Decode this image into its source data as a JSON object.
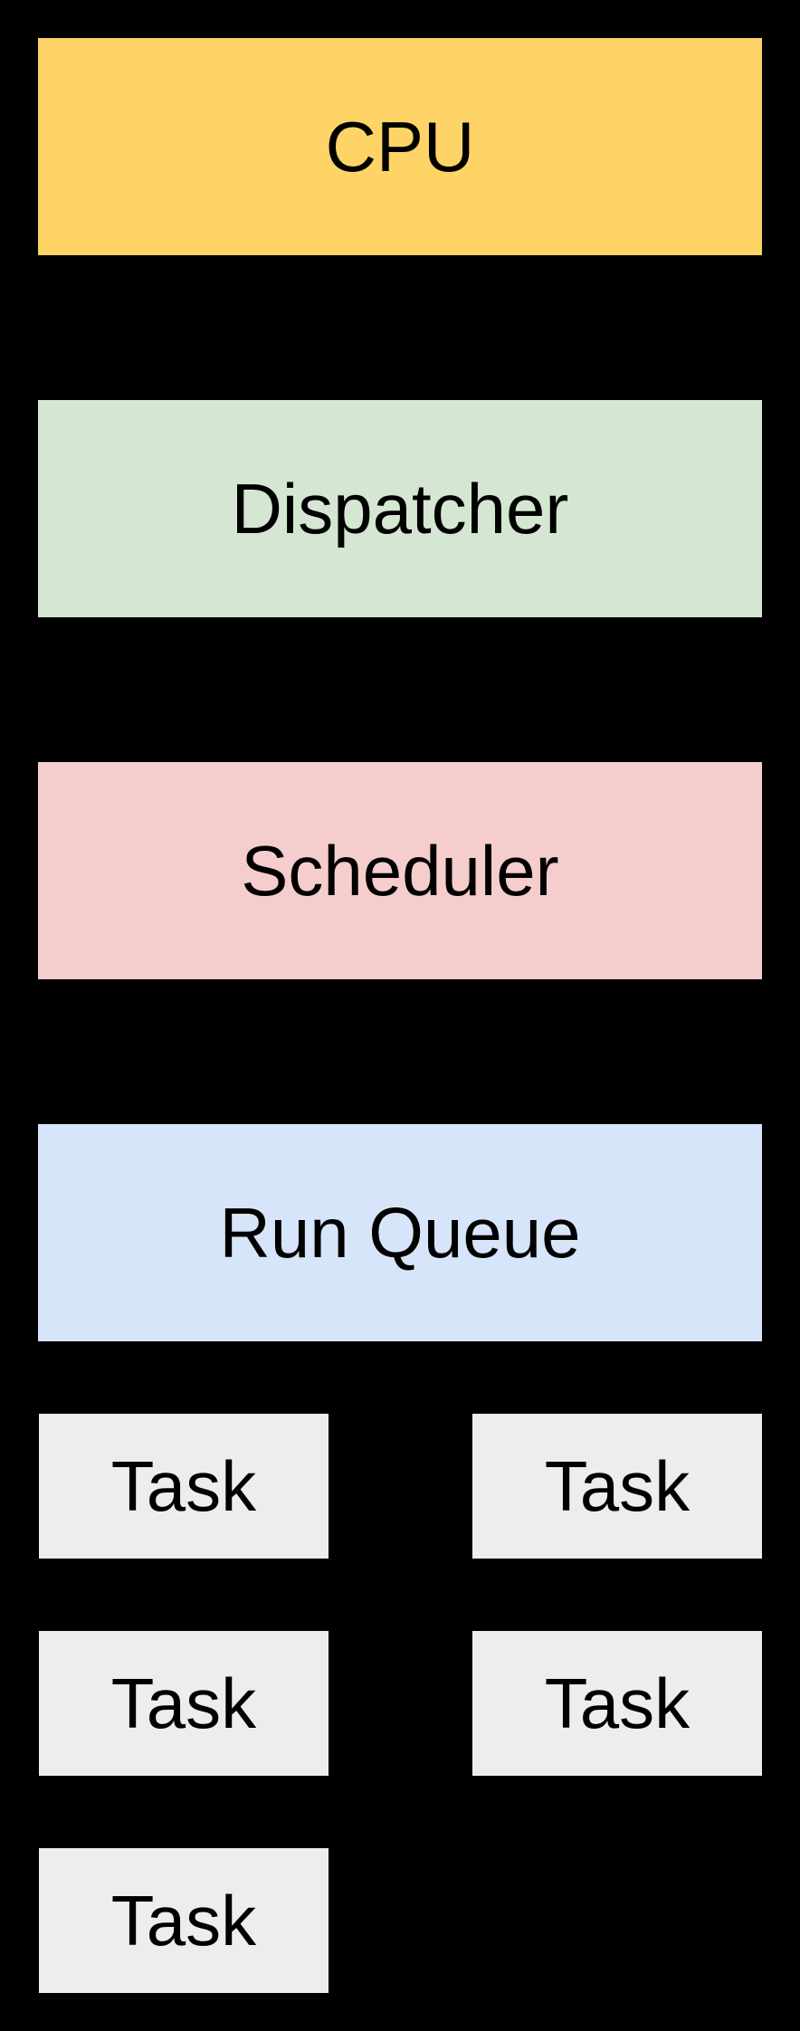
{
  "diagram": {
    "background": "#000000",
    "text_color": "#000000",
    "nodes": [
      {
        "id": "cpu",
        "label": "CPU",
        "color": "#FFD466"
      },
      {
        "id": "dispatcher",
        "label": "Dispatcher",
        "color": "#D5E7D3"
      },
      {
        "id": "scheduler",
        "label": "Scheduler",
        "color": "#F6CDCD"
      },
      {
        "id": "run-queue",
        "label": "Run Queue",
        "color": "#D7E5FA"
      },
      {
        "id": "task-1",
        "label": "Task",
        "color": "#EDEDED"
      },
      {
        "id": "task-2",
        "label": "Task",
        "color": "#EDEDED"
      },
      {
        "id": "task-3",
        "label": "Task",
        "color": "#EDEDED"
      },
      {
        "id": "task-4",
        "label": "Task",
        "color": "#EDEDED"
      },
      {
        "id": "task-5",
        "label": "Task",
        "color": "#EDEDED"
      }
    ]
  }
}
